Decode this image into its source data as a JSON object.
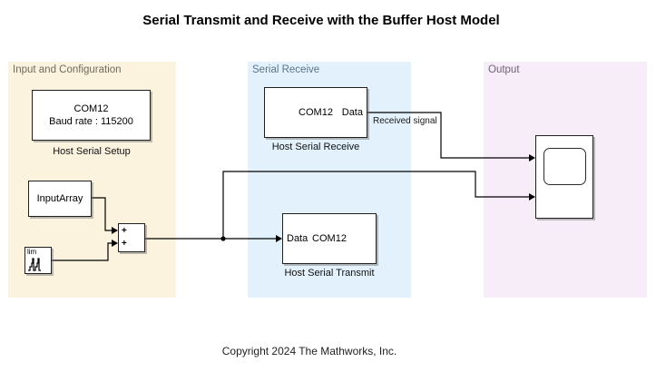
{
  "title": "Serial Transmit and Receive with the Buffer Host Model",
  "copyright": "Copyright 2024 The Mathworks, Inc.",
  "regions": {
    "input_and_configuration": {
      "label": "Input and Configuration",
      "bg": "#FCF3DF"
    },
    "serial_receive": {
      "label": "Serial Receive",
      "bg": "#E2F1FC"
    },
    "output": {
      "label": "Output",
      "bg": "#F6EDF8"
    }
  },
  "blocks": {
    "host_serial_setup": {
      "line1": "COM12",
      "line2": "Baud rate : 115200",
      "label": "Host Serial Setup"
    },
    "input_array": {
      "name": "InputArray"
    },
    "counter_limited": {
      "text": "lim",
      "icon": "stairstep-waveform-icon"
    },
    "sum": {
      "input1_sign": "+",
      "input2_sign": "+"
    },
    "host_serial_receive": {
      "text": "COM12",
      "output_port": "Data",
      "label": "Host Serial Receive"
    },
    "host_serial_transmit": {
      "input_port": "Data",
      "text": "COM12",
      "label": "Host Serial Transmit"
    },
    "scope": {
      "icon": "scope-display-icon"
    }
  },
  "wires": {
    "received_signal_label": "Received signal"
  },
  "colors": {
    "wire": "#000000",
    "block_border": "#1F1F1F",
    "title_text": "#000000",
    "region_label_input": "#6F6A5F",
    "region_label_receive": "#5D7486",
    "region_label_output": "#6D6475"
  }
}
